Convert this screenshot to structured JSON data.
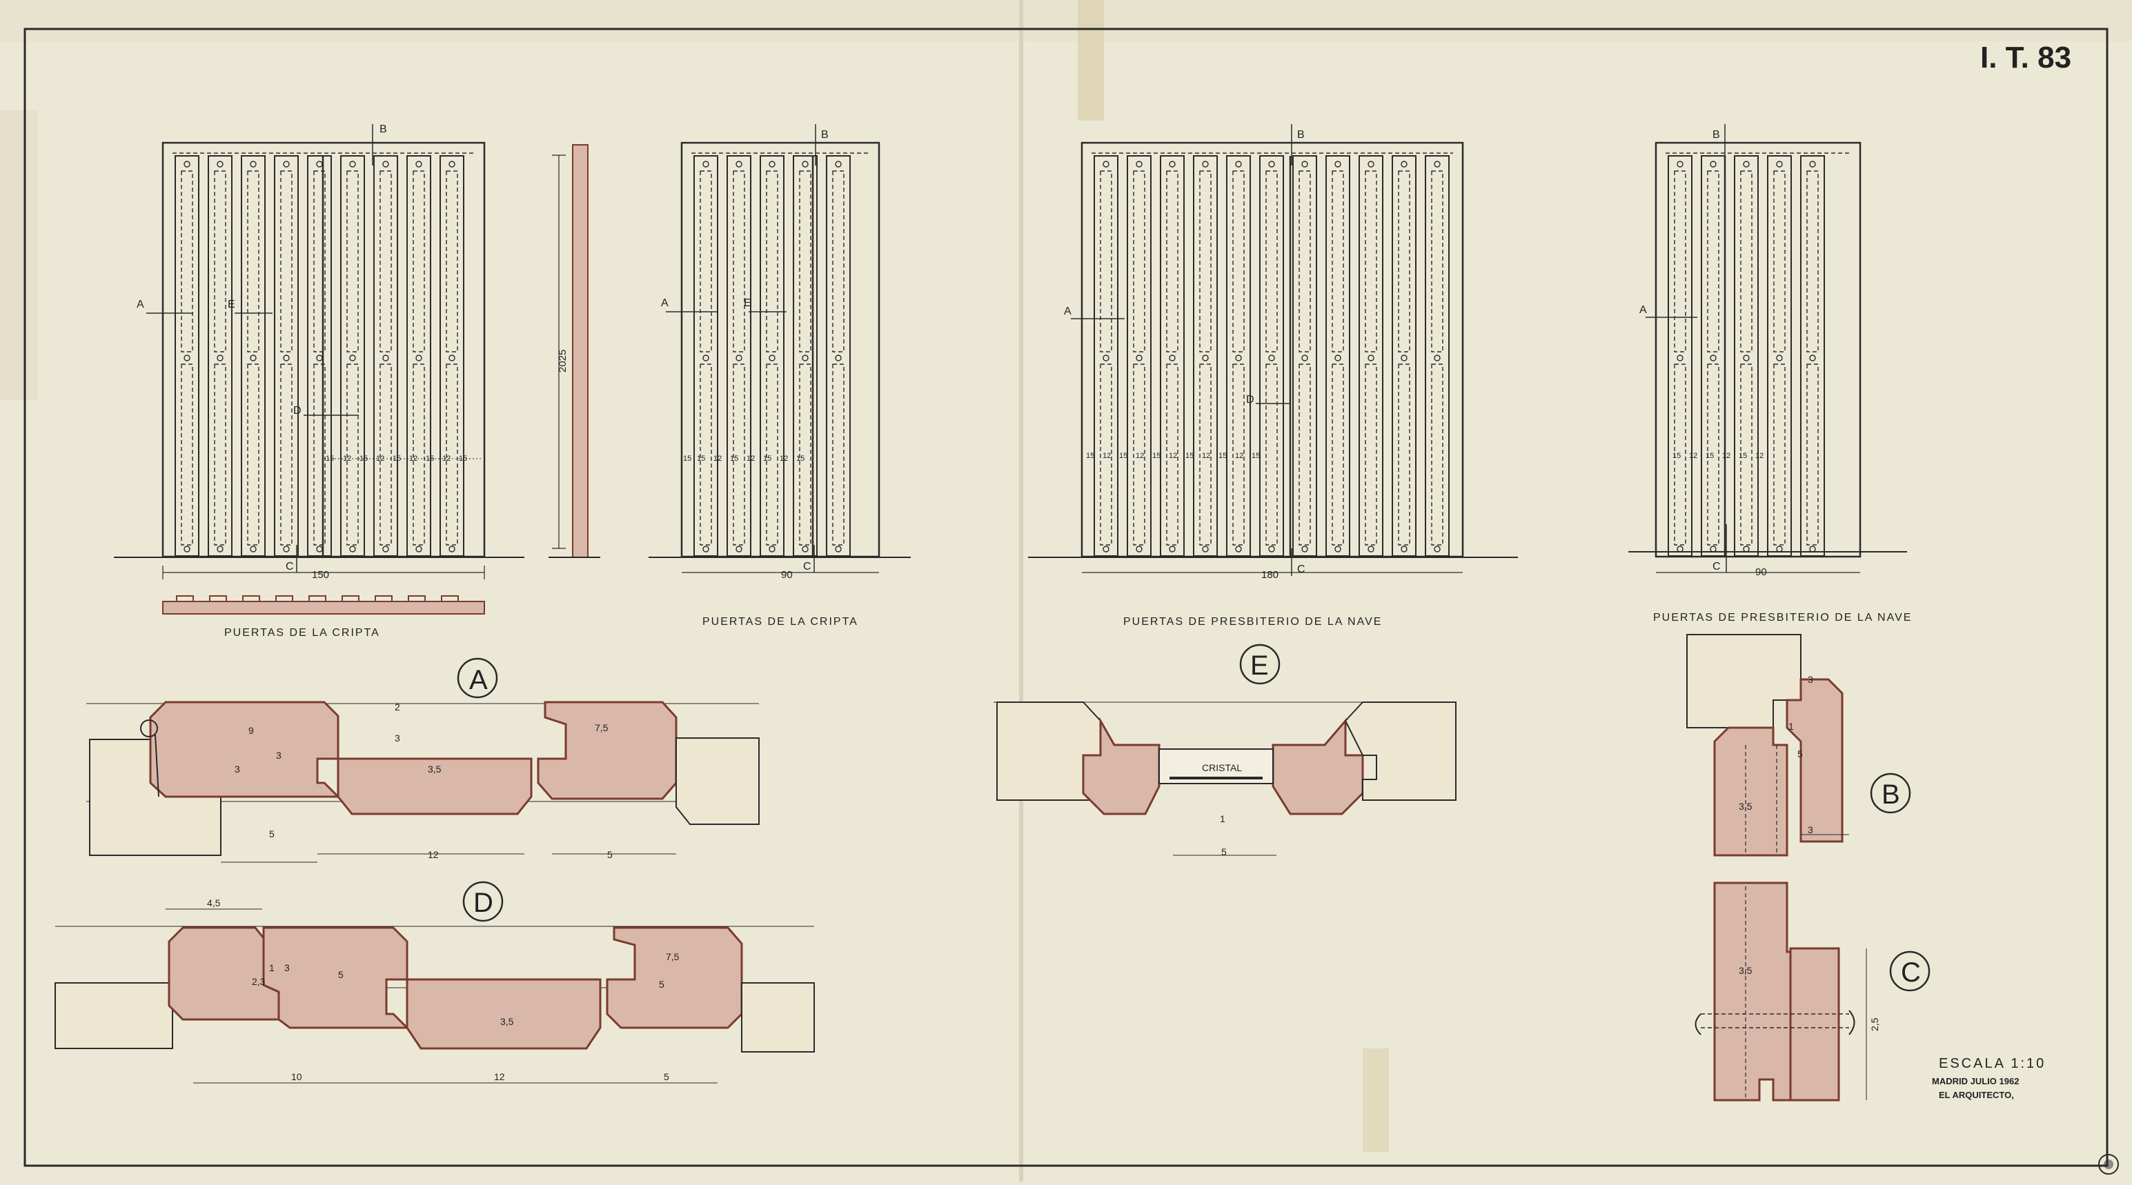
{
  "sheet_code": "I. T. 83",
  "elevations": [
    {
      "caption": "PUERTAS DE LA CRIPTA",
      "width_label": "150",
      "height_label": "2025",
      "markers": [
        "A",
        "B",
        "C",
        "D",
        "E"
      ],
      "strip_dims": [
        "15",
        "12",
        "15",
        "12",
        "15",
        "12",
        "15",
        "12",
        "15"
      ]
    },
    {
      "caption": "PUERTAS DE LA CRIPTA",
      "width_label": "90",
      "markers": [
        "A",
        "B",
        "C",
        "E"
      ],
      "strip_dims": [
        "15",
        "15",
        "12",
        "15",
        "12",
        "15",
        "12",
        "15"
      ]
    },
    {
      "caption": "PUERTAS  DE PRESBITERIO  DE LA NAVE",
      "width_label": "180",
      "markers": [
        "A",
        "B",
        "C",
        "D"
      ],
      "strip_dims": [
        "15",
        "12",
        "15",
        "12",
        "15",
        "12",
        "15",
        "12",
        "15",
        "12",
        "15"
      ]
    },
    {
      "caption": "PUERTAS DE PRESBITERIO DE LA NAVE",
      "width_label": "90",
      "markers": [
        "A",
        "B",
        "C"
      ],
      "strip_dims": [
        "15",
        "12",
        "15",
        "12",
        "15",
        "12"
      ]
    }
  ],
  "details": {
    "A": {
      "label": "A",
      "dims": [
        "9",
        "3",
        "3",
        "2",
        "3",
        "3,5",
        "7,5",
        "5",
        "12",
        "5"
      ]
    },
    "D": {
      "label": "D",
      "dims": [
        "4,5",
        "7,5",
        "2,3",
        "1",
        "3",
        "5",
        "3,5",
        "5",
        "10",
        "12",
        "5"
      ]
    },
    "E": {
      "label": "E",
      "dims": [
        "CRISTAL",
        "1",
        "5"
      ]
    },
    "B": {
      "label": "B",
      "dims": [
        "3",
        "1",
        "5",
        "3,5",
        "3"
      ]
    },
    "C": {
      "label": "C",
      "dims": [
        "3,5",
        "2,5"
      ]
    }
  },
  "title_block": {
    "scale": "ESCALA  1:10",
    "date": "MADRID  JULIO 1962",
    "signature": "EL ARQUITECTO,"
  },
  "colors": {
    "paper": "#ece8d6",
    "ink": "#2a2a2a",
    "section_fill": "#d9b8aa",
    "section_edge": "#7a3b2e"
  }
}
